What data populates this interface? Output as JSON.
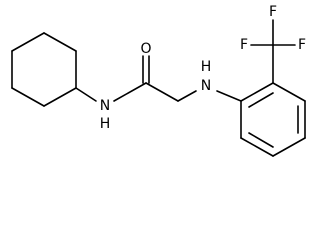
{
  "labels": {
    "amide_oxygen": "O",
    "amide_nh": "N\nH",
    "amine_nh": "H\nN",
    "fluorine_top_left": "F",
    "fluorine_top_right": "F",
    "fluorine_right": "F"
  }
}
